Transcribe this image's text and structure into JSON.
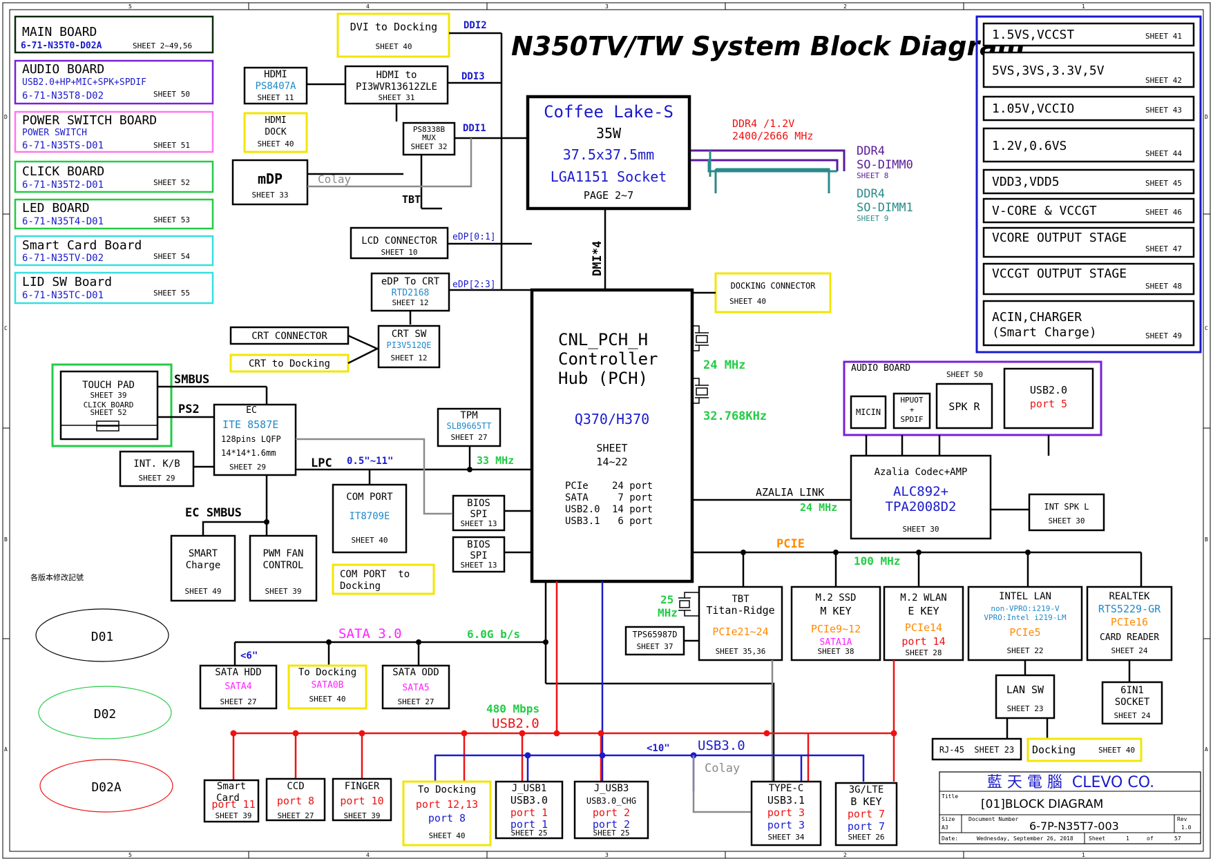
{
  "colors": {
    "black": "#000000",
    "blue": "#1a1acc",
    "cyan_blue": "#1e88c8",
    "purple": "#7a1fd8",
    "magenta": "#ff22ff",
    "pink": "#ff77ee",
    "green": "#22cc44",
    "lime": "#33dd33",
    "yellow": "#f2e600",
    "orange": "#ff8a00",
    "red": "#ee1111",
    "teal": "#2a8a8a",
    "gray": "#8a8a8a",
    "dark_purple": "#5a1a9a"
  },
  "ruler": {
    "top": [
      "5",
      "4",
      "3",
      "2",
      "1"
    ],
    "bottom": [
      "5",
      "4",
      "3",
      "2",
      "1"
    ],
    "left": [
      "D",
      "C",
      "B",
      "A"
    ],
    "right": [
      "D",
      "C",
      "B",
      "A"
    ]
  },
  "title": "N350TV/TW System Block Diagram",
  "boards": [
    {
      "name": "MAIN BOARD",
      "code": "6-71-N35T0-D02A",
      "sheet": "SHEET 2~49,56"
    },
    {
      "name": "AUDIO BOARD",
      "sub": "USB2.0+HP+MIC+SPK+SPDIF",
      "code": "6-71-N35T8-D02",
      "sheet": "SHEET 50"
    },
    {
      "name": "POWER SWITCH BOARD",
      "sub": "POWER SWITCH",
      "code": "6-71-N35TS-D01",
      "sheet": "SHEET 51"
    },
    {
      "name": "CLICK BOARD",
      "code": "6-71-N35T2-D01",
      "sheet": "SHEET 52"
    },
    {
      "name": "LED BOARD",
      "code": "6-71-N35T4-D01",
      "sheet": "SHEET 53"
    },
    {
      "name": "Smart Card Board",
      "code": "6-71-N35TV-D02",
      "sheet": "SHEET 54"
    },
    {
      "name": "LID SW Board",
      "code": "6-71-N35TC-D01",
      "sheet": "SHEET 55"
    }
  ],
  "power_list": [
    {
      "label": "1.5VS,VCCST",
      "sheet": "SHEET 41"
    },
    {
      "label": "5VS,3VS,3.3V,5V",
      "sheet": "SHEET 42"
    },
    {
      "label": "1.05V,VCCIO",
      "sheet": "SHEET 43"
    },
    {
      "label": "1.2V,0.6VS",
      "sheet": "SHEET 44"
    },
    {
      "label": "VDD3,VDD5",
      "sheet": "SHEET 45"
    },
    {
      "label": "V-CORE & VCCGT",
      "sheet": "SHEET 46"
    },
    {
      "label": "VCORE OUTPUT STAGE",
      "sheet": "SHEET 47"
    },
    {
      "label": "VCCGT OUTPUT STAGE",
      "sheet": "SHEET 48"
    },
    {
      "label": "ACIN,CHARGER",
      "label2": "(Smart Charge)",
      "sheet": "SHEET 49"
    }
  ],
  "cpu": {
    "l1": "Coffee Lake-S",
    "l2": "35W",
    "l3": "37.5x37.5mm",
    "l4": "LGA1151 Socket",
    "l5": "PAGE 2~7"
  },
  "ddr": {
    "bus1": "DDR4 /1.2V",
    "bus2": "2400/2666 MHz",
    "dimm0_l1": "DDR4",
    "dimm0_l2": "SO-DIMM0",
    "dimm0_sheet": "SHEET 8",
    "dimm1_l1": "DDR4",
    "dimm1_l2": "SO-DIMM1",
    "dimm1_sheet": "SHEET 9"
  },
  "video": {
    "dvi_l1": "DVI to Docking",
    "dvi_sheet": "SHEET 40",
    "ddi2": "DDI2",
    "hdmi_l1": "HDMI",
    "hdmi_l2": "PS8407A",
    "hdmi_sheet": "SHEET 11",
    "hdmito_l1": "HDMI to",
    "hdmito_l2": "PI3WVR13612ZLE",
    "hdmito_sheet": "SHEET 31",
    "ddi3": "DDI3",
    "hdmidock_l1": "HDMI",
    "hdmidock_l2": "DOCK",
    "hdmidock_sheet": "SHEET 40",
    "ps_l1": "PS8338B",
    "ps_l2": "MUX",
    "ps_sheet": "SHEET 32",
    "ddi1": "DDI1",
    "mdp_l1": "mDP",
    "mdp_sheet": "SHEET 33",
    "colay": "Colay",
    "tbt": "TBT",
    "dmi": "DMI*4",
    "lcd_l1": "LCD CONNECTOR",
    "lcd_sheet": "SHEET 10",
    "edp01": "eDP[0:1]",
    "edpcrt_l1": "eDP To CRT",
    "edpcrt_l2": "RTD2168",
    "edpcrt_sheet": "SHEET 12",
    "edp23": "eDP[2:3]",
    "crtconn": "CRT CONNECTOR",
    "crtdock": "CRT to Docking",
    "crtsw_l1": "CRT SW",
    "crtsw_l2": "PI3V512QE",
    "crtsw_sheet": "SHEET 12",
    "dockconn_l1": "DOCKING CONNECTOR",
    "dockconn_sheet": "SHEET 40"
  },
  "pch": {
    "l1": "CNL_PCH_H",
    "l2": "Controller",
    "l3": "Hub (PCH)",
    "l4": "Q370/H370",
    "l5": "SHEET",
    "l6": "14~22",
    "ports": [
      {
        "name": "PCIe",
        "count": "24 port"
      },
      {
        "name": "SATA",
        "count": " 7 port"
      },
      {
        "name": "USB2.0",
        "count": "14 port"
      },
      {
        "name": "USB3.1",
        "count": " 6 port"
      }
    ],
    "clk24": "24 MHz",
    "clk32": "32.768KHz"
  },
  "ec": {
    "touch_l1": "TOUCH PAD",
    "touch_sheet": "SHEET 39",
    "touch_l2": "CLICK BOARD",
    "touch_sheet2": "SHEET 52",
    "smbus": "SMBUS",
    "ps2": "PS2",
    "ec_l1": "EC",
    "ec_l2": "ITE 8587E",
    "ec_l3": "128pins LQFP",
    "ec_l4": "14*14*1.6mm",
    "ec_sheet": "SHEET 29",
    "kb_l1": "INT. K/B",
    "kb_sheet": "SHEET 29",
    "lpc": "LPC",
    "lpc_len": "0.5\"~11\"",
    "lpc_clk": "33 MHz",
    "tpm_l1": "TPM",
    "tpm_l2": "SLB9665TT",
    "tpm_sheet": "SHEET 27",
    "com_l1": "COM PORT",
    "com_l2": "IT8709E",
    "com_sheet": "SHEET 40",
    "comdock_l1": "COM PORT  to",
    "comdock_l2": "Docking",
    "bios1_l1": "BIOS",
    "bios1_l2": "SPI",
    "bios1_sheet": "SHEET 13",
    "bios2_l1": "BIOS",
    "bios2_l2": "SPI",
    "bios2_sheet": "SHEET 13",
    "ecsmbus": "EC SMBUS",
    "smart_l1": "SMART",
    "smart_l2": "Charge",
    "smart_sheet": "SHEET 49",
    "pwm_l1": "PWM FAN",
    "pwm_l2": "CONTROL",
    "pwm_sheet": "SHEET 39"
  },
  "audio": {
    "board": "AUDIO BOARD",
    "board_sheet": "SHEET 50",
    "micin": "MICIN",
    "hp_l1": "HPUOT",
    "hp_l2": "+",
    "hp_l3": "SPDIF",
    "spk": "SPK R",
    "usb_l1": "USB2.0",
    "usb_l2": "port 5",
    "azalia": "AZALIA LINK",
    "az_clk": "24 MHz",
    "codec_l1": "Azalia Codec+AMP",
    "codec_l2": "ALC892+",
    "codec_l3": "TPA2008D2",
    "codec_sheet": "SHEET 30",
    "intspk_l1": "INT SPK L",
    "intspk_sheet": "SHEET 30"
  },
  "pcie": {
    "label": "PCIE",
    "clk": "100 MHz",
    "tbt_clk1": "25",
    "tbt_clk2": "MHz",
    "tbt_l1": "TBT",
    "tbt_l2": "Titan-Ridge",
    "tbt_l3": "PCIe21~24",
    "tbt_sheet": "SHEET 35,36",
    "tps_l1": "TPS65987D",
    "tps_sheet": "SHEET 37",
    "ssd_l1": "M.2 SSD",
    "ssd_l2": "M KEY",
    "ssd_l3": "PCIe9~12",
    "ssd_l4": "SATA1A",
    "ssd_sheet": "SHEET 38",
    "wlan_l1": "M.2 WLAN",
    "wlan_l2": "E KEY",
    "wlan_l3": "PCIe14",
    "wlan_l4": "port 14",
    "wlan_sheet": "SHEET 28",
    "lan_l1": "INTEL LAN",
    "lan_l2": "non-VPRO:i219-V",
    "lan_l3": "VPRO:Intel i219-LM",
    "lan_l4": "PCIe5",
    "lan_sheet": "SHEET 22",
    "rtk_l1": "REALTEK",
    "rtk_l2": "RTS5229-GR",
    "rtk_l3": "PCIe16",
    "rtk_l4": "CARD READER",
    "rtk_sheet": "SHEET 24",
    "lansw_l1": "LAN SW",
    "lansw_sheet": "SHEET 23",
    "rj45": "RJ-45  SHEET 23",
    "landock_l1": "Docking",
    "landock_sheet": "SHEET 40",
    "sixin_l1": "6IN1",
    "sixin_l2": "SOCKET",
    "sixin_sheet": "SHEET 24"
  },
  "sata": {
    "label": "SATA 3.0",
    "speed": "6.0G b/s",
    "len": "<6\"",
    "hdd_l1": "SATA HDD",
    "hdd_l2": "SATA4",
    "hdd_sheet": "SHEET 27",
    "dock_l1": "To Docking",
    "dock_l2": "SATA0B",
    "dock_sheet": "SHEET 40",
    "odd_l1": "SATA ODD",
    "odd_l2": "SATA5",
    "odd_sheet": "SHEET 27"
  },
  "usb": {
    "u2_speed": "480 Mbps",
    "u2_label": "USB2.0",
    "u3_len": "<10\"",
    "u3_label": "USB3.0",
    "colay": "Colay",
    "smartcard_l1": "Smart",
    "smartcard_l2": "Card",
    "smartcard_l3": "port 11",
    "smartcard_sheet": "SHEET 39",
    "ccd_l1": "CCD",
    "ccd_l2": "port 8",
    "ccd_sheet": "SHEET 27",
    "finger_l1": "FINGER",
    "finger_l2": "port 10",
    "finger_sheet": "SHEET 39",
    "todock_l1": "To Docking",
    "todock_l2": "port 12,13",
    "todock_l3": "port 8",
    "todock_sheet": "SHEET 40",
    "jusb1_l1": "J_USB1",
    "jusb1_l2": "USB3.0",
    "jusb1_l3": "port 1",
    "jusb1_l4": "port 1",
    "jusb1_sheet": "SHEET 25",
    "jusb3_l1": "J_USB3",
    "jusb3_l2": "USB3.0_CHG",
    "jusb3_l3": "port 2",
    "jusb3_l4": "port 2",
    "jusb3_sheet": "SHEET 25",
    "typec_l1": "TYPE-C",
    "typec_l2": "USB3.1",
    "typec_l3": "port 3",
    "typec_l4": "port 3",
    "typec_sheet": "SHEET 34",
    "lte_l1": "3G/LTE",
    "lte_l2": "B KEY",
    "lte_l3": "port 7",
    "lte_l4": "port 7",
    "lte_sheet": "SHEET 26"
  },
  "revisions": {
    "note": "各版本修改記號",
    "r1": "D01",
    "r2": "D02",
    "r3": "D02A"
  },
  "titleblock": {
    "company": "藍 天 電 腦  CLEVO CO.",
    "title_lbl": "Title",
    "title": "[01]BLOCK DIAGRAM",
    "size_lbl": "Size",
    "size": "A3",
    "docnum_lbl": "Document Number",
    "docnum": "6-7P-N35T7-003",
    "rev_lbl": "Rev",
    "rev": "1.0",
    "date_lbl": "Date:",
    "date": "Wednesday, September 26, 2018",
    "sheet_lbl": "Sheet",
    "sheet_num": "1",
    "of_lbl": "of",
    "sheet_total": "57"
  }
}
